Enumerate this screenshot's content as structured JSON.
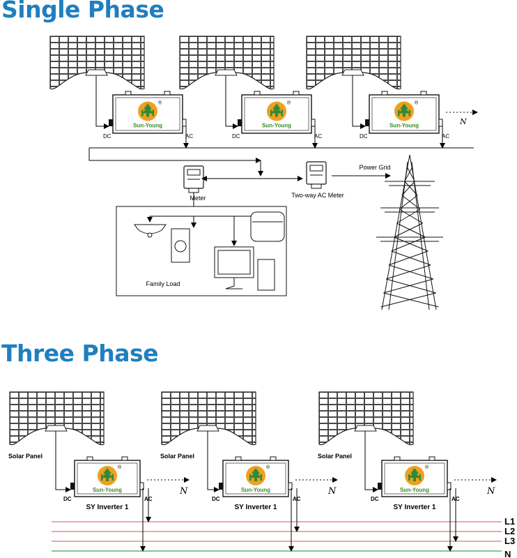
{
  "single_phase": {
    "title": "Single Phase",
    "panels": [
      {
        "inverter": {
          "logo_text": "Sun-Young",
          "reg_mark": "®",
          "dc_label": "DC",
          "ac_label": "AC"
        }
      },
      {
        "inverter": {
          "logo_text": "Sun-Young",
          "reg_mark": "®",
          "dc_label": "DC",
          "ac_label": "AC"
        }
      },
      {
        "inverter": {
          "logo_text": "Sun-Young",
          "reg_mark": "®",
          "dc_label": "DC",
          "ac_label": "AC"
        },
        "n_label": "N"
      }
    ],
    "meter_label": "Meter",
    "two_way_meter_label": "Two-way AC Meter",
    "power_grid_label": "Power  Grid",
    "family_load_label": "Family Load"
  },
  "three_phase": {
    "title": "Three Phase",
    "panels": [
      {
        "panel_label": "Solar Panel",
        "inverter": {
          "logo_text": "Sun-Young",
          "reg_mark": "®",
          "dc_label": "DC",
          "ac_label": "AC",
          "name": "SY Inverter 1"
        },
        "n_label": "N"
      },
      {
        "panel_label": "Solar Panel",
        "inverter": {
          "logo_text": "Sun-Young",
          "reg_mark": "®",
          "dc_label": "DC",
          "ac_label": "AC",
          "name": "SY Inverter 1"
        },
        "n_label": "N"
      },
      {
        "panel_label": "Solar Panel",
        "inverter": {
          "logo_text": "Sun-Young",
          "reg_mark": "®",
          "dc_label": "DC",
          "ac_label": "AC",
          "name": "SY Inverter 1"
        },
        "n_label": "N"
      }
    ],
    "lines": [
      {
        "label": "L1",
        "color": "#e8707a"
      },
      {
        "label": "L2",
        "color": "#e8707a"
      },
      {
        "label": "L3",
        "color": "#e8707a"
      },
      {
        "label": "N",
        "color": "#3aa55a"
      }
    ]
  },
  "colors": {
    "heading": "#1f7fc0",
    "logo_orange": "#f0a020",
    "logo_green": "#2e8b3a",
    "logo_text": "#3a8a2a"
  }
}
